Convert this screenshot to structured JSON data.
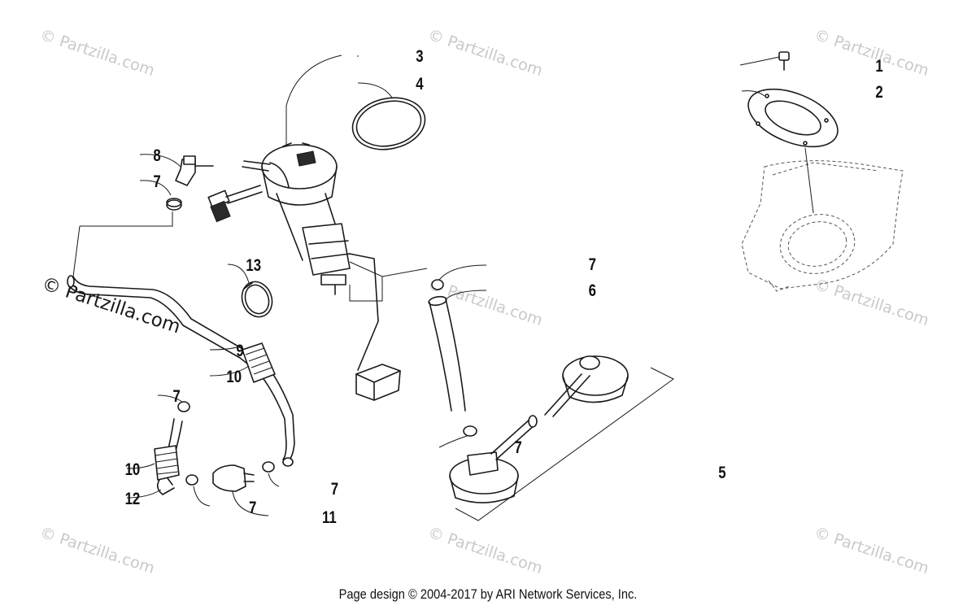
{
  "watermark": {
    "text": "© Partzilla.com"
  },
  "callouts": {
    "c1": "1",
    "c2": "2",
    "c3": "3",
    "c4": "4",
    "c5": "5",
    "c6": "6",
    "c7a": "7",
    "c7b": "7",
    "c7c": "7",
    "c7d": "7",
    "c7e": "7",
    "c7f": "7",
    "c8": "8",
    "c9": "9",
    "c10a": "10",
    "c10b": "10",
    "c11": "11",
    "c12": "12",
    "c13": "13"
  },
  "footer": {
    "copyright": "Page design © 2004-2017 by ARI Network Services, Inc."
  }
}
